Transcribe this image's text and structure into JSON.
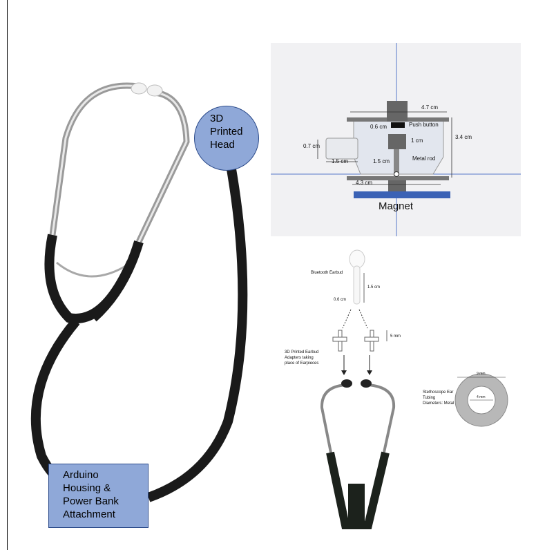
{
  "callouts": {
    "head": [
      "3D",
      "Printed",
      "Head"
    ],
    "housing": [
      "Arduino",
      "Housing &",
      "Power Bank",
      "Attachment"
    ]
  },
  "cad_panel": {
    "width_top": "4.7 cm",
    "push_button": "Push button",
    "gap": "0.6 cm",
    "height_total": "3.4 cm",
    "port_height": "0.7 cm",
    "inner_height": "1 cm",
    "port_length": "1.5 cm",
    "rod_length": "1.5 cm",
    "metal_rod": "Metal rod",
    "base_width": "4.3 cm",
    "magnet": "Magnet"
  },
  "earbud": {
    "title": "Bluetooth Earbud",
    "stem_length": "1.5 cm",
    "stem_width": "0.6 cm",
    "adapter_height": "5 mm",
    "adapter_caption": [
      "3D Printed Earbud",
      "Adapters taking",
      "place of Earpieces"
    ]
  },
  "tubing": {
    "caption": [
      "Stethoscope Ear",
      "Tubing",
      "Diameters: Metal"
    ],
    "outer": "9 mm",
    "inner": "4 mm"
  },
  "colors": {
    "callout_fill": "#8fa8d8",
    "magnet": "#3b62b5",
    "tube": "#1a1a1a"
  }
}
